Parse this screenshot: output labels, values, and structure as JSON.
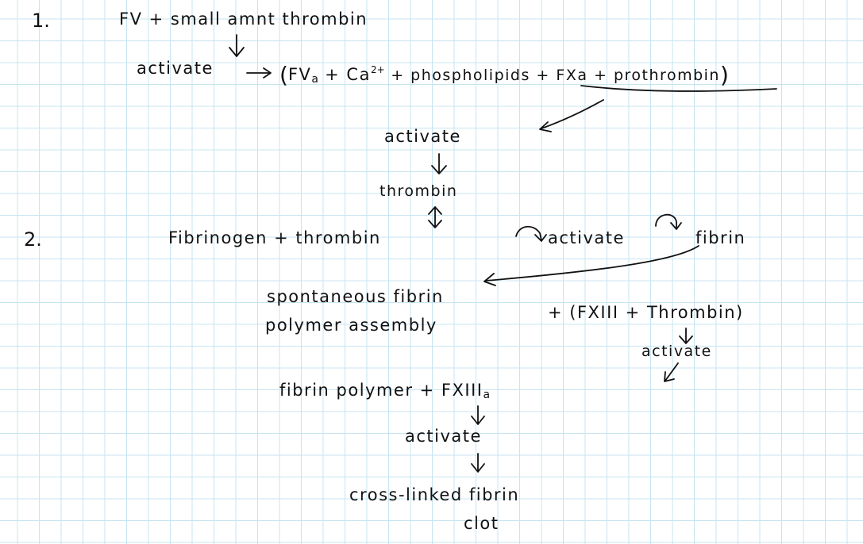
{
  "steps": {
    "step1_number": "1.",
    "step2_number": "2."
  },
  "step1": {
    "line1": "FV + small amnt thrombin",
    "activate_label": "activate",
    "paren_open": "(",
    "fva_main": "FV",
    "fva_sub": "a",
    "plus_ca": " + Ca",
    "ca_sup": "2+",
    "phospholipids": " + phospholipids + ",
    "fxa_prothrombin": "FXa + prothrombin",
    "paren_close": ")",
    "activate_2": "activate",
    "thrombin": "thrombin"
  },
  "step2": {
    "fibrinogen_line": "Fibrinogen + thrombin",
    "activate_label": "activate",
    "fibrin": "fibrin",
    "spontaneous_line1": "spontaneous fibrin",
    "spontaneous_line2": "polymer assembly",
    "fxiii_group": "+ (FXIII + Thrombin)",
    "activate_fxiii": "activate",
    "fibrin_polymer": "fibrin polymer + FXIII",
    "fxiiia_sub": "a",
    "activate_final": "activate",
    "crosslinked_line1": "cross-linked fibrin",
    "crosslinked_line2": "clot"
  }
}
